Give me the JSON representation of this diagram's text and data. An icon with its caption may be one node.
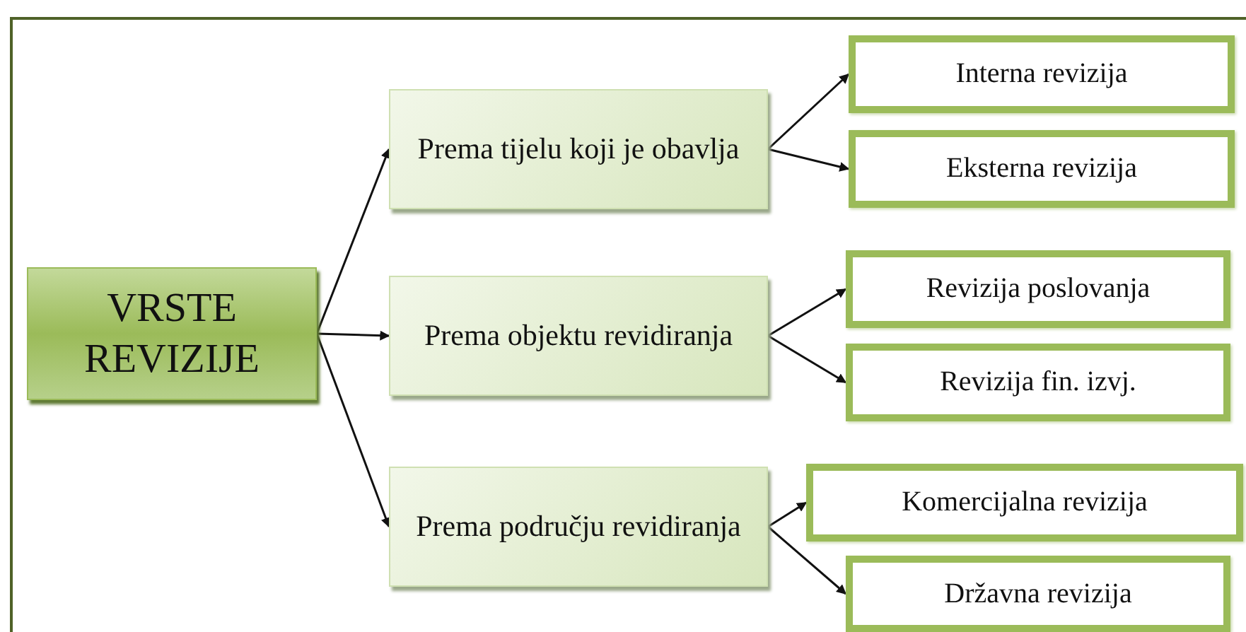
{
  "diagram": {
    "nodes": [
      {
        "text": [
          "VRSTE REVIZIJE"
        ]
      },
      {
        "text": [
          "Prema tijelu koji je obavlja"
        ]
      },
      {
        "text": [
          "Prema objektu revidiranja"
        ]
      },
      {
        "text": [
          "Prema području revidiranja"
        ]
      },
      {
        "text": [
          "Interna revizija"
        ]
      },
      {
        "text": [
          "Eksterna revizija"
        ]
      },
      {
        "text": [
          "Revizija poslovanja"
        ]
      },
      {
        "text": [
          "Revizija fin. izvj."
        ]
      },
      {
        "text": [
          "Komercijalna revizija"
        ]
      },
      {
        "text": [
          "Državna revizija"
        ]
      }
    ],
    "edges": [
      {
        "from": 0,
        "to": 1,
        "arrow": "to"
      },
      {
        "from": 0,
        "to": 2,
        "arrow": "to"
      },
      {
        "from": 0,
        "to": 3,
        "arrow": "to"
      },
      {
        "from": 1,
        "to": 4,
        "arrow": "to"
      },
      {
        "from": 1,
        "to": 5,
        "arrow": "to"
      },
      {
        "from": 2,
        "to": 6,
        "arrow": "to"
      },
      {
        "from": 2,
        "to": 7,
        "arrow": "to"
      },
      {
        "from": 3,
        "to": 8,
        "arrow": "to"
      },
      {
        "from": 3,
        "to": 9,
        "arrow": "to"
      }
    ]
  }
}
